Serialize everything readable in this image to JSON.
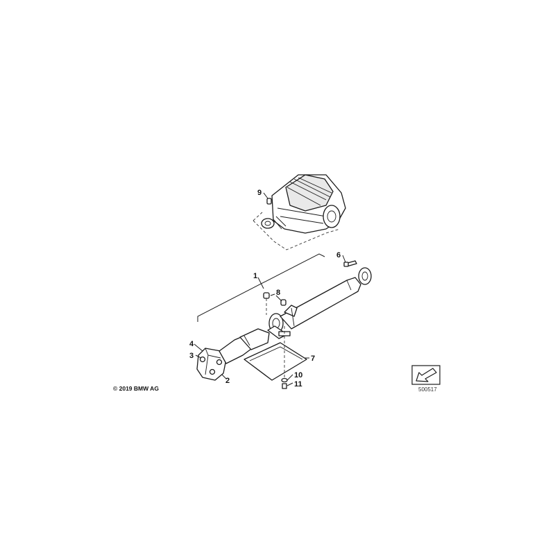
{
  "callouts": {
    "c1": "1",
    "c2": "2",
    "c3": "3",
    "c4": "4",
    "c5": "6",
    "c6": "7",
    "c7": "8",
    "c8": "9",
    "c9": "10",
    "c10": "11"
  },
  "footer": {
    "copyright": "© 2019 BMW AG",
    "reference_number": "500517"
  }
}
